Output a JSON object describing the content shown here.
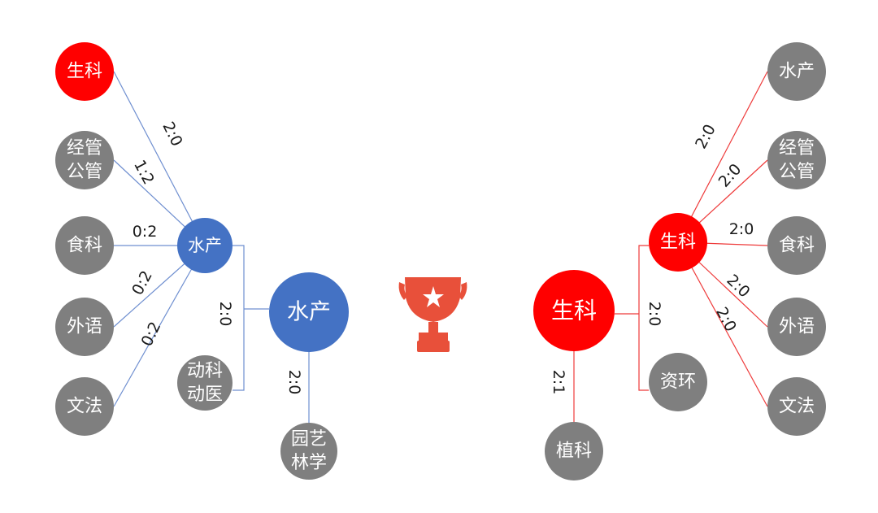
{
  "colors": {
    "blue_team": "#4472c4",
    "red_team": "#ff0000",
    "eliminated": "#7f7f7f",
    "blue_line": "#6f8fd0",
    "red_line": "#ee3a3a",
    "trophy": "#e8503a",
    "node_text": "#ffffff",
    "score_text": "#1a1a1a"
  },
  "nodes": {
    "l_shengke": {
      "lines": [
        "生科"
      ],
      "status": "red"
    },
    "l_jingguan": {
      "lines": [
        "经管",
        "公管"
      ],
      "status": "grey"
    },
    "l_shike": {
      "lines": [
        "食科"
      ],
      "status": "grey"
    },
    "l_waiyu": {
      "lines": [
        "外语"
      ],
      "status": "grey"
    },
    "l_wenfa": {
      "lines": [
        "文法"
      ],
      "status": "grey"
    },
    "l_hub": {
      "lines": [
        "水产"
      ],
      "status": "blue"
    },
    "l_dongke": {
      "lines": [
        "动科",
        "动医"
      ],
      "status": "grey"
    },
    "l_final": {
      "lines": [
        "水产"
      ],
      "status": "blue"
    },
    "l_yuanyi": {
      "lines": [
        "园艺",
        "林学"
      ],
      "status": "grey"
    },
    "r_shuichan": {
      "lines": [
        "水产"
      ],
      "status": "grey"
    },
    "r_jingguan": {
      "lines": [
        "经管",
        "公管"
      ],
      "status": "grey"
    },
    "r_shike": {
      "lines": [
        "食科"
      ],
      "status": "grey"
    },
    "r_waiyu": {
      "lines": [
        "外语"
      ],
      "status": "grey"
    },
    "r_wenfa": {
      "lines": [
        "文法"
      ],
      "status": "grey"
    },
    "r_hub": {
      "lines": [
        "生科"
      ],
      "status": "red"
    },
    "r_zihuan": {
      "lines": [
        "资环"
      ],
      "status": "grey"
    },
    "r_final": {
      "lines": [
        "生科"
      ],
      "status": "red"
    },
    "r_zhike": {
      "lines": [
        "植科"
      ],
      "status": "grey"
    }
  },
  "scores": {
    "l_shengke": "2:0",
    "l_jingguan": "1:2",
    "l_shike": "0:2",
    "l_waiyu": "0:2",
    "l_wenfa": "0:2",
    "l_semi": "2:0",
    "l_yuanyi": "2:0",
    "r_shuichan": "2:0",
    "r_jingguan": "2:0",
    "r_shike": "2:0",
    "r_waiyu": "2:0",
    "r_wenfa": "2:0",
    "r_semi": "2:0",
    "r_zhike": "2:1"
  },
  "trophy": {
    "icon": "trophy-star-icon"
  }
}
